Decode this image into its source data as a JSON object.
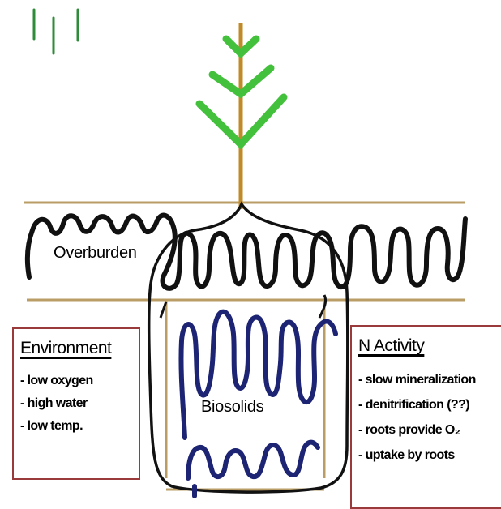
{
  "layers": {
    "overburden": "Overburden",
    "biosolids": "Biosolids"
  },
  "environment": {
    "heading": "Environment",
    "items": [
      "- low oxygen",
      "- high water",
      "- low temp."
    ]
  },
  "n_activity": {
    "heading": "N Activity",
    "items": [
      "- slow mineralization",
      "- denitrification (??)",
      "- roots provide O₂",
      "- uptake by roots"
    ]
  },
  "colors": {
    "stem": "#c08a28",
    "leaves": "#44c13c",
    "roots": "#111111",
    "biosolid_roots": "#1c2473",
    "layer_lines": "#b99d64",
    "rain": "#2e8b3a",
    "panel_border": "#9b3a3a"
  }
}
